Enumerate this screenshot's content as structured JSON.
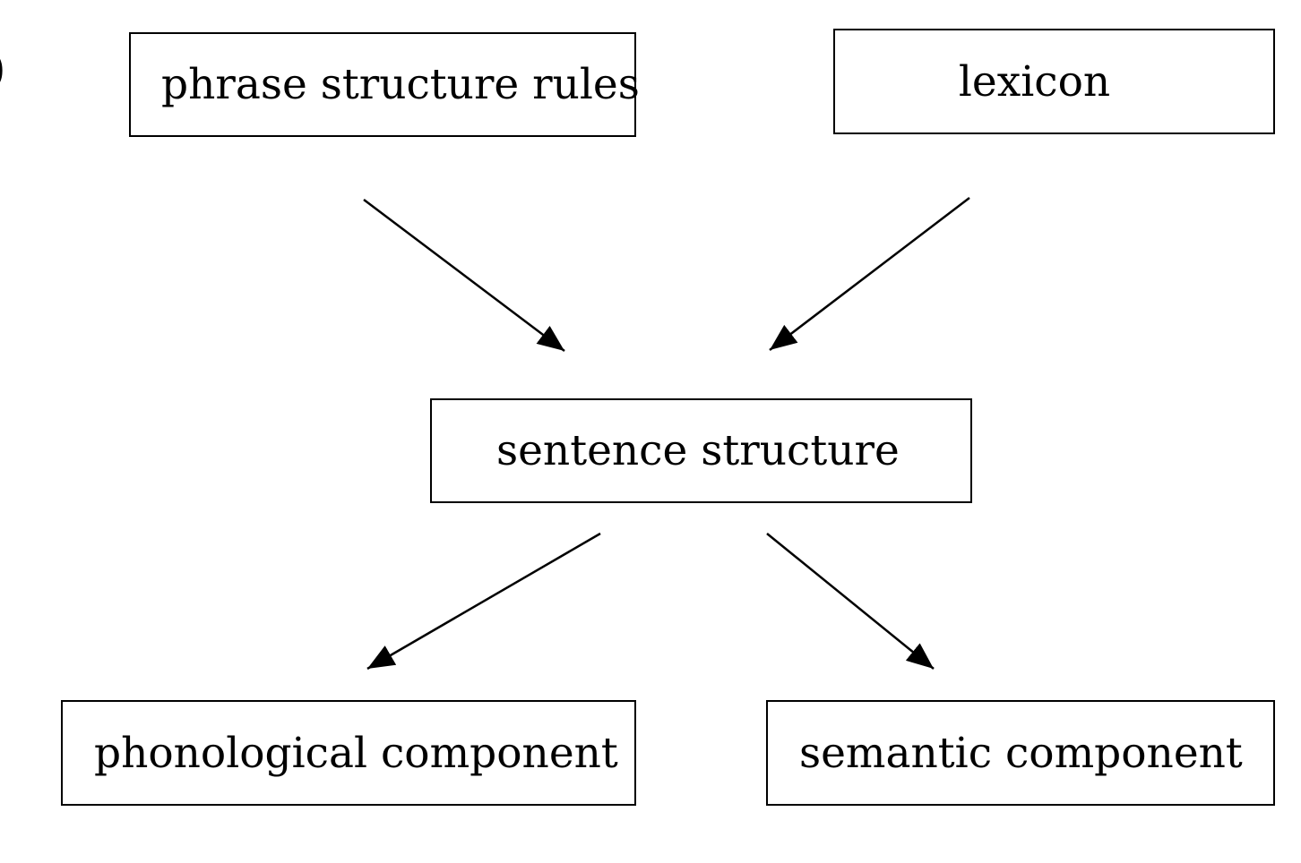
{
  "example_mark": ")",
  "nodes": {
    "phrase_structure_rules": "phrase structure rules",
    "lexicon": "lexicon",
    "sentence_structure": "sentence structure",
    "phonological_component": "phonological component",
    "semantic_component": "semantic component"
  },
  "edges": [
    {
      "from": "phrase structure rules",
      "to": "sentence structure"
    },
    {
      "from": "lexicon",
      "to": "sentence structure"
    },
    {
      "from": "sentence structure",
      "to": "phonological component"
    },
    {
      "from": "sentence structure",
      "to": "semantic component"
    }
  ],
  "colors": {
    "stroke": "#000000",
    "background": "#ffffff"
  }
}
